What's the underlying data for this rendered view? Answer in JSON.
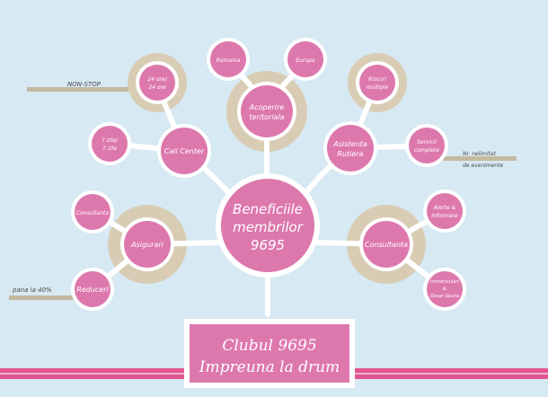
{
  "colors": {
    "background": "#d7e9f3",
    "node_fill": "#dd78ad",
    "node_ring": "#ffffff",
    "halo": "#d8cdb4",
    "trunk": "#ffffff",
    "stripe": "#e2568f",
    "accent_line": "#c4b99f"
  },
  "center": {
    "line1": "Beneficiile",
    "line2": "membrilor",
    "line3": "9695"
  },
  "footer": {
    "line1": "Clubul 9695",
    "line2": "Impreuna la drum"
  },
  "side_labels": {
    "non_stop": "NON-STOP",
    "pana_la": "pana la 40%",
    "nelimitat_1": "Nr. nelimitat",
    "nelimitat_2": "de evenimente"
  },
  "branches": {
    "acoperire": {
      "line1": "Acoperire",
      "line2": "teritoriala"
    },
    "romania": "Romania",
    "europa": "Europa",
    "call_center": "Call Center",
    "ore_1": "24 ore/",
    "ore_2": "24 ore",
    "zile_1": "7 zile/",
    "zile_2": "7 zile",
    "asistenta": {
      "line1": "Asistenta",
      "line2": "Rutiera"
    },
    "riscuri_1": "Riscuri",
    "riscuri_2": "multiple",
    "servicii_1": "Servicii",
    "servicii_2": "complete",
    "asigurari": "Asigurari",
    "consultanta_small": "Consultanta",
    "reduceri": "Reduceri",
    "consultanta": "Consultanta",
    "alerte_1": "Alerte &",
    "alerte_2": "Informare",
    "inmatriculari_1": "Inmatriculari",
    "inmatriculari_2": "&",
    "inmatriculari_3": "Dosar dauna"
  }
}
